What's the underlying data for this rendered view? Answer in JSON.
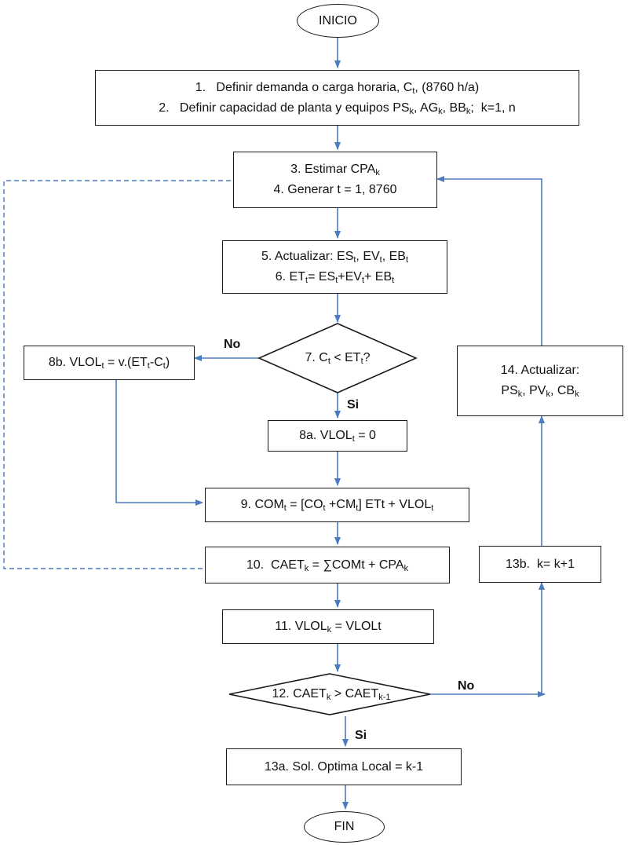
{
  "nodes": {
    "inicio": {
      "text": "INICIO"
    },
    "n1": {
      "line1": "1.   Definir demanda o carga horaria, C",
      "sub1": "t",
      "tail1": ", (8760 h/a)",
      "line2a": "2.   Definir capacidad de planta y equipos PS",
      "sub2a": "k",
      "line2b": ", AG",
      "sub2b": "k",
      "line2c": ", BB",
      "sub2c": "k",
      "line2d": ";  k=1, n"
    },
    "n3": {
      "line1": "3. Estimar CPA",
      "sub1": "k",
      "line2": "4. Generar t = 1, 8760"
    },
    "n5": {
      "a": "5. Actualizar: ES",
      "as": "t",
      "b": ", EV",
      "bs": "t",
      "c": ", EB",
      "cs": "t",
      "d": "6. ET",
      "ds": "t",
      "e": "= ES",
      "es": "t",
      "f": "+EV",
      "fs": "t",
      "g": "+ EB",
      "gs": "t"
    },
    "n7": {
      "a": "7. C",
      "as": "t",
      "b": " < ET",
      "bs": "t",
      "c": "?"
    },
    "n8b": {
      "a": "8b. VLOL",
      "as": "t",
      "b": " = v.(ET",
      "bs": "t",
      "c": "-C",
      "cs": "t",
      "d": ")"
    },
    "n8a": {
      "a": "8a. VLOL",
      "as": "t",
      "b": " = 0"
    },
    "n9": {
      "a": "9. COM",
      "as": "t",
      "b": " = [CO",
      "bs": "t",
      "c": " +CM",
      "cs": "t",
      "d": "] ETt + VLOL",
      "ds": "t"
    },
    "n10": {
      "a": "10.  CAET",
      "as": "k",
      "b": " = ∑COMt + CPA",
      "bs": "k"
    },
    "n11": {
      "a": "11. VLOL",
      "as": "k",
      "b": " = VLOLt"
    },
    "n12": {
      "a": "12. CAET",
      "as": "k",
      "b": " > CAET",
      "bs": "k-1"
    },
    "n13a": {
      "text": "13a. Sol. Optima Local = k-1"
    },
    "n13b": {
      "text": "13b.  k= k+1"
    },
    "n14": {
      "line1": "14. Actualizar:",
      "a": "PS",
      "as": "k",
      "b": ", PV",
      "bs": "k",
      "c": ", CB",
      "cs": "k"
    },
    "fin": {
      "text": "FIN"
    }
  },
  "labels": {
    "no7": "No",
    "si7": "Si",
    "no12": "No",
    "si12": "Si"
  },
  "colors": {
    "arrow": "#4a7bbf",
    "dashed": "#4a7bbf",
    "border": "#1a1a1a"
  }
}
